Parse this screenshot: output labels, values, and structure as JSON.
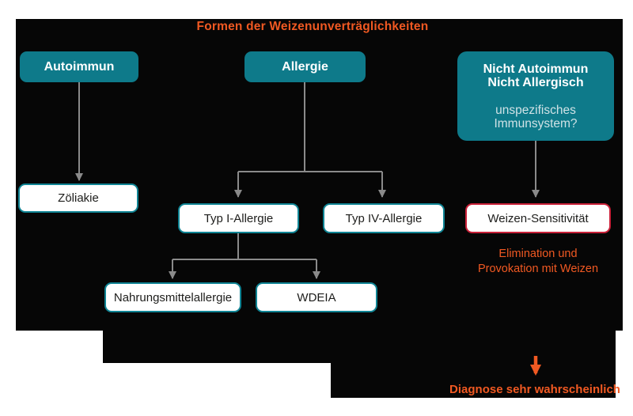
{
  "title": "Formen der Weizenunverträglichkeiten",
  "nodes": {
    "autoimmun": "Autoimmun",
    "allergie": "Allergie",
    "nicht_line1": "Nicht Autoimmun",
    "nicht_line2": "Nicht Allergisch",
    "nicht_sub1": "unspezifisches",
    "nicht_sub2": "Immunsystem?",
    "zoeliakie": "Zöliakie",
    "typ1": "Typ I-Allergie",
    "typ4": "Typ IV-Allergie",
    "weizen": "Weizen-Sensitivität",
    "nahrung": "Nahrungsmittelallergie",
    "wdeia": "WDEIA"
  },
  "annotations": {
    "elimination_line1": "Elimination und",
    "elimination_line2": "Provokation mit Weizen",
    "diagnose": "Diagnose sehr wahrscheinlich"
  },
  "colors": {
    "background_panel": "#060606",
    "teal_fill": "#0e7a8a",
    "teal_border": "#0f8494",
    "red_border": "#c92038",
    "orange_accent": "#f15922",
    "arrow_gray": "#8a8a8a",
    "box_text_dark": "#1d1d1b",
    "box_text_light": "#ffffff"
  }
}
